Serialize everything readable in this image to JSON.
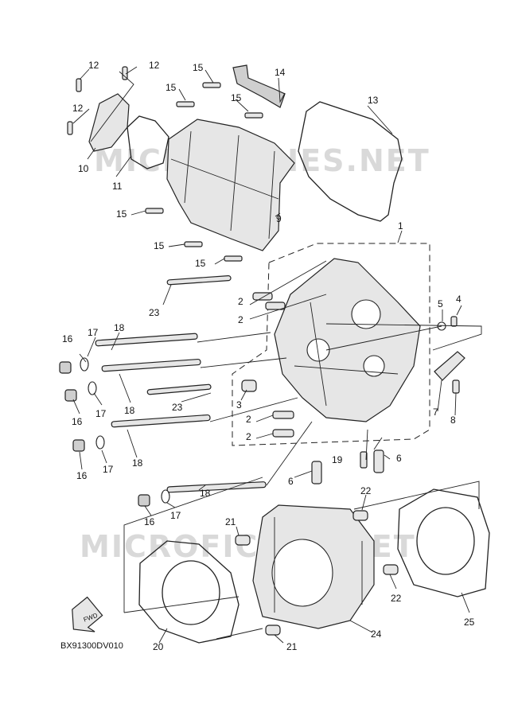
{
  "watermark": "MICROFICHES.NET",
  "diagram_code": "BX91300DV010",
  "fwd_label": "FWD",
  "callouts": {
    "c1": "1",
    "c2a": "2",
    "c2b": "2",
    "c2c": "2",
    "c2d": "2",
    "c3": "3",
    "c4": "4",
    "c5": "5",
    "c6a": "6",
    "c6b": "6",
    "c7": "7",
    "c8": "8",
    "c9": "9",
    "c10": "10",
    "c11": "11",
    "c12a": "12",
    "c12b": "12",
    "c12c": "12",
    "c13": "13",
    "c14": "14",
    "c15a": "15",
    "c15b": "15",
    "c15c": "15",
    "c15d": "15",
    "c15e": "15",
    "c15f": "15",
    "c16a": "16",
    "c16b": "16",
    "c16c": "16",
    "c16d": "16",
    "c17a": "17",
    "c17b": "17",
    "c17c": "17",
    "c17d": "17",
    "c18a": "18",
    "c18b": "18",
    "c18c": "18",
    "c18d": "18",
    "c19": "19",
    "c20": "20",
    "c21a": "21",
    "c21b": "21",
    "c22a": "22",
    "c22b": "22",
    "c23a": "23",
    "c23b": "23",
    "c24": "24",
    "c25": "25"
  }
}
